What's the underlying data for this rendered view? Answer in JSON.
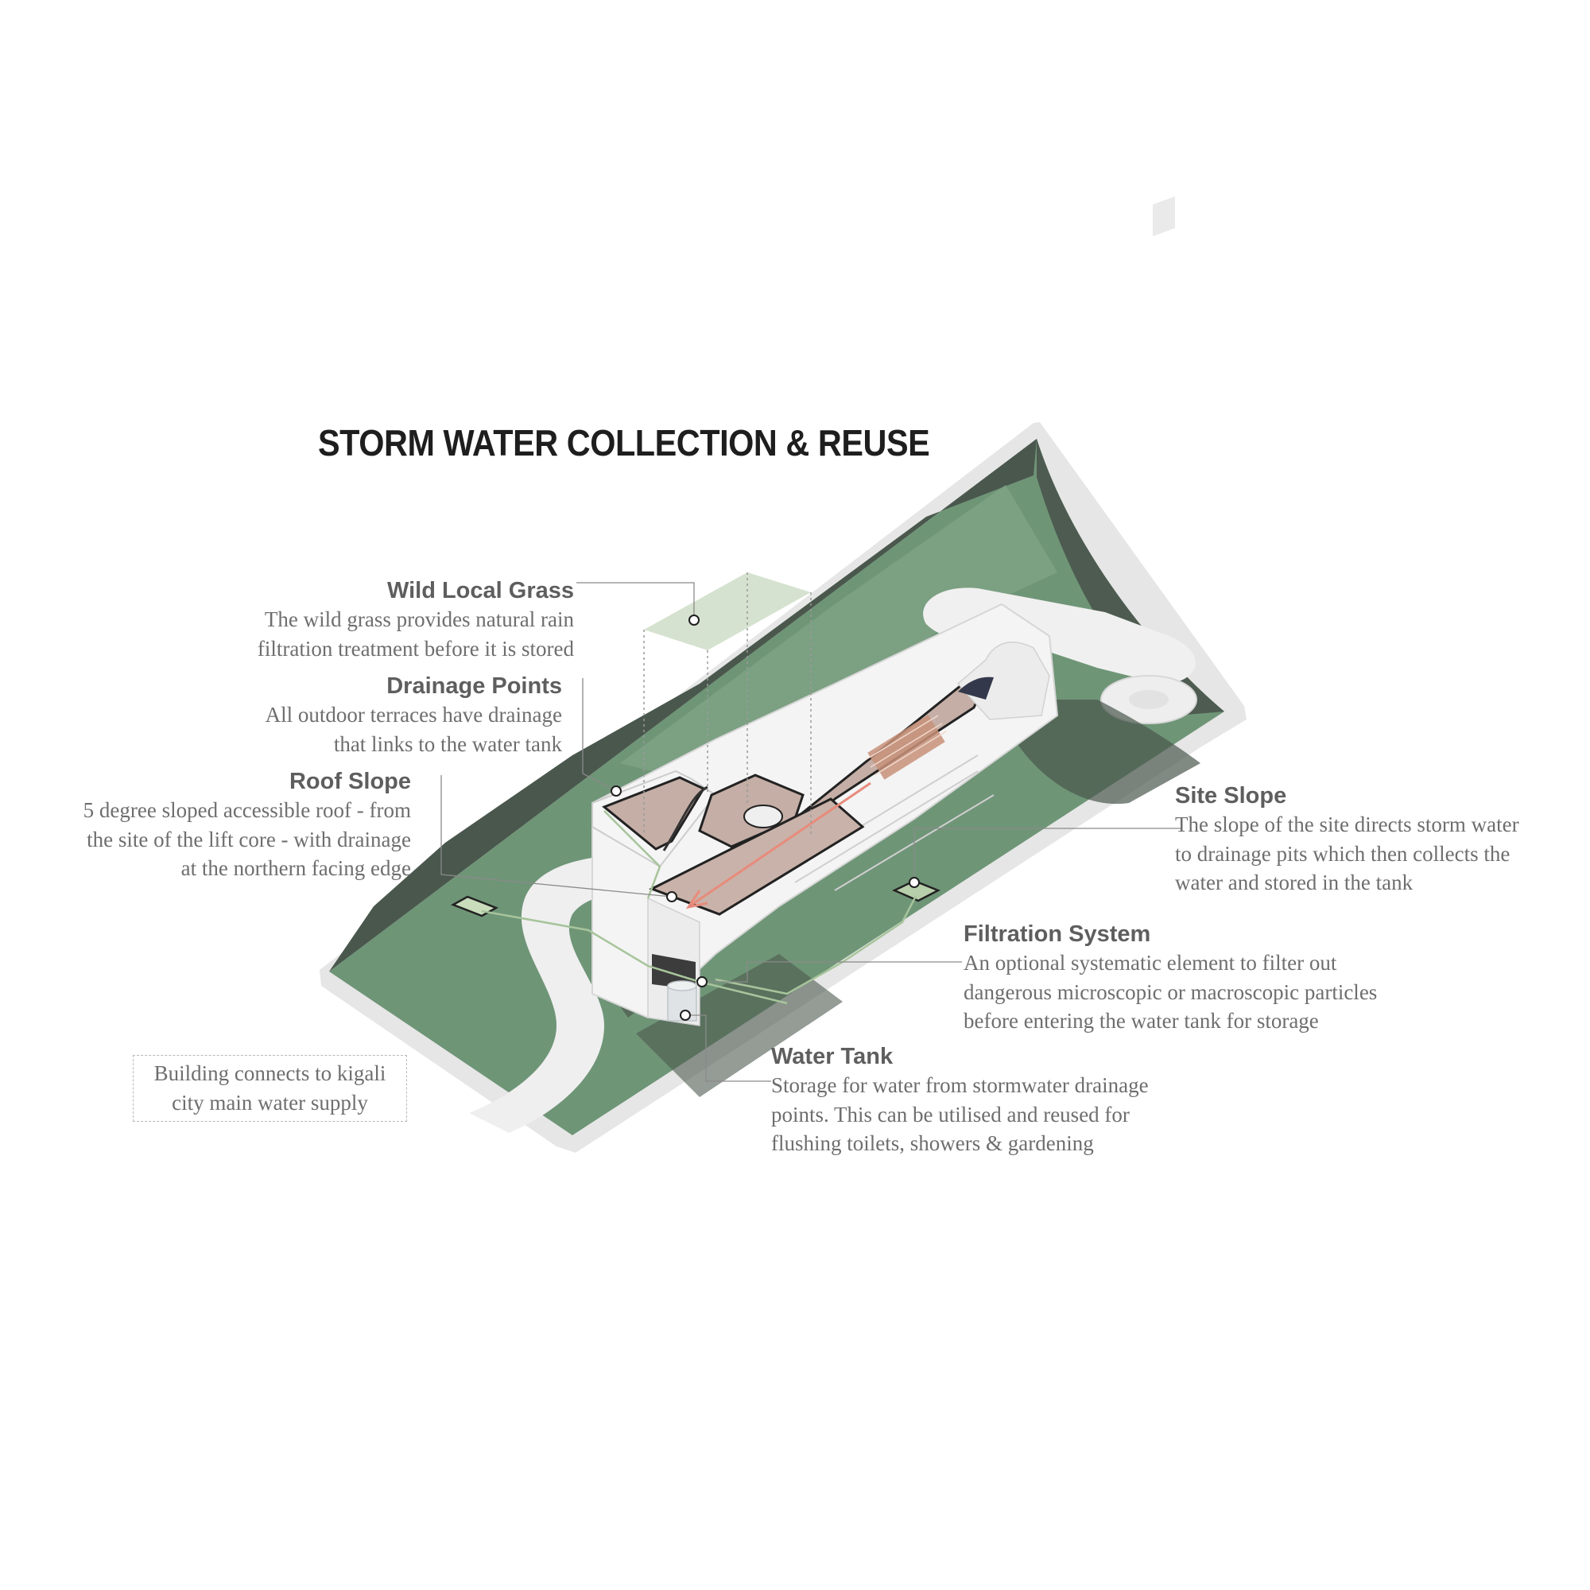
{
  "title": "STORM WATER COLLECTION & REUSE",
  "colors": {
    "grass": "#6f9577",
    "grass_shadow": "#4a5a4e",
    "site_edge": "#e4e4e4",
    "path": "#efefef",
    "roof": "#c4aea6",
    "grass_swatch": "#d5e2cf",
    "flow_arrow": "#e88b7c",
    "leader": "#8a8a8a"
  },
  "labels": {
    "wild_grass": {
      "heading": "Wild Local Grass",
      "lines": [
        "The wild grass provides natural rain",
        "filtration treatment before it is stored"
      ]
    },
    "drainage_points": {
      "heading": "Drainage Points",
      "lines": [
        "All outdoor terraces have drainage",
        "that links to the water tank"
      ]
    },
    "roof_slope": {
      "heading": "Roof Slope",
      "lines": [
        "5 degree sloped accessible roof  - from",
        "the site of  the lift core - with drainage",
        "at the northern facing edge"
      ]
    },
    "site_slope": {
      "heading": "Site Slope",
      "lines": [
        "The slope of  the site directs storm water",
        "to drainage pits which then collects the",
        "water and stored in the tank"
      ]
    },
    "filtration": {
      "heading": "Filtration System",
      "lines": [
        "An optional systematic element to filter out",
        "dangerous microscopic or macroscopic particles",
        "before entering the water tank for storage"
      ]
    },
    "water_tank": {
      "heading": "Water Tank",
      "lines": [
        "Storage for water from stormwater drainage",
        "points.  This can be utilised and reused for",
        "flushing toilets, showers & gardening"
      ]
    },
    "city_supply": {
      "lines": [
        "Building connects to kigali",
        "city main water supply"
      ]
    }
  }
}
